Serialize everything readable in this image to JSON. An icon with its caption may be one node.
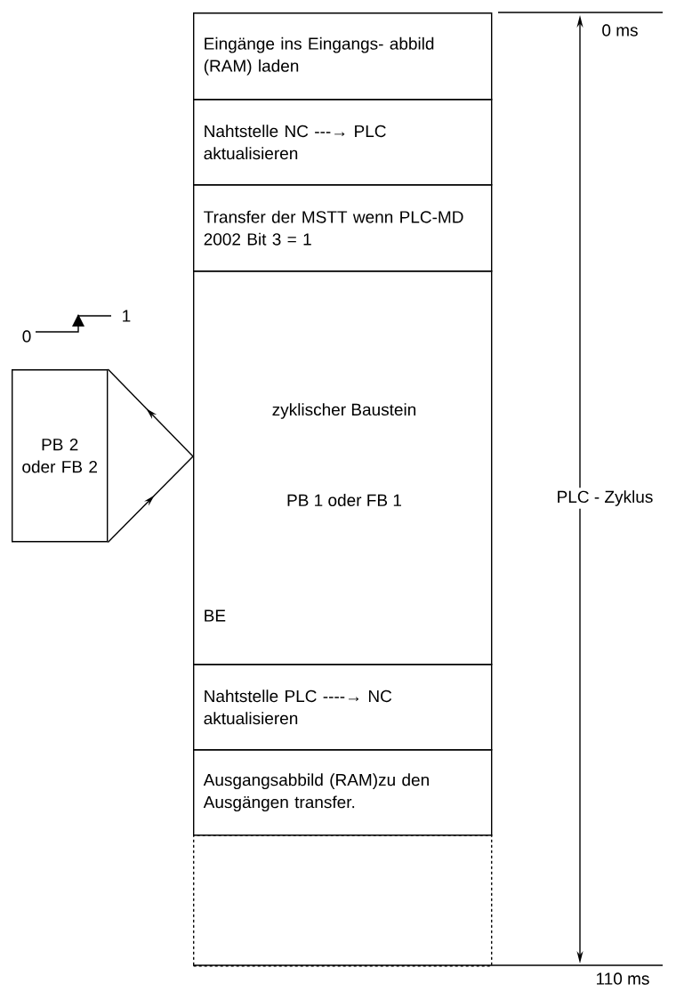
{
  "diagram": {
    "nodes": [
      {
        "text": [
          "Eingänge ins Eingangs- abbild (RAM) laden"
        ]
      },
      {
        "text": [
          "Nahtstelle NC ---→ PLC aktualisieren"
        ]
      },
      {
        "text": [
          "Transfer der MSTT wenn PLC-MD 2002 Bit 3 = 1"
        ]
      },
      {
        "text": [
          "zyklischer Baustein",
          "PB 1 oder FB 1",
          "BE"
        ]
      },
      {
        "text": [
          "Nahtstelle PLC ----→ NC aktualisieren"
        ]
      },
      {
        "text": [
          "Ausgangsabbild (RAM)zu den Ausgängen transfer."
        ]
      },
      {
        "text": [],
        "shape": "box"
      },
      {
        "text": [
          "PB 2 oder FB 2"
        ]
      }
    ],
    "edges": [
      {
        "from": 3,
        "to": 7,
        "arrow": "to"
      },
      {
        "from": 7,
        "to": 3,
        "arrow": "to"
      }
    ],
    "labels": [
      "0",
      "1",
      "0 ms",
      "PLC - Zyklus",
      "110 ms"
    ]
  }
}
